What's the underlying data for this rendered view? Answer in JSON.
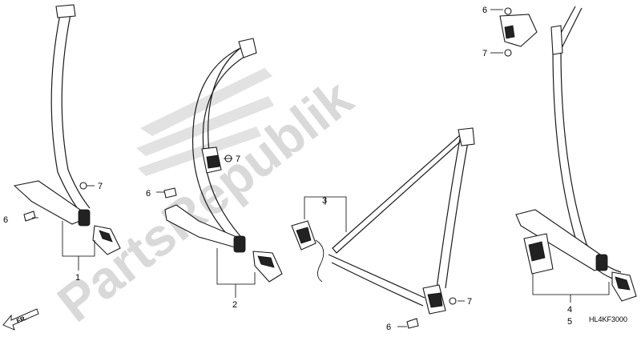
{
  "diagram": {
    "watermark": "PartsRepublik",
    "drawing_code": "HL4KF3000",
    "direction_label": "FR.",
    "callouts": {
      "c1": "1",
      "c2": "2",
      "c3": "3",
      "c4": "4",
      "c5": "5",
      "c6": "6",
      "c7": "7"
    }
  }
}
